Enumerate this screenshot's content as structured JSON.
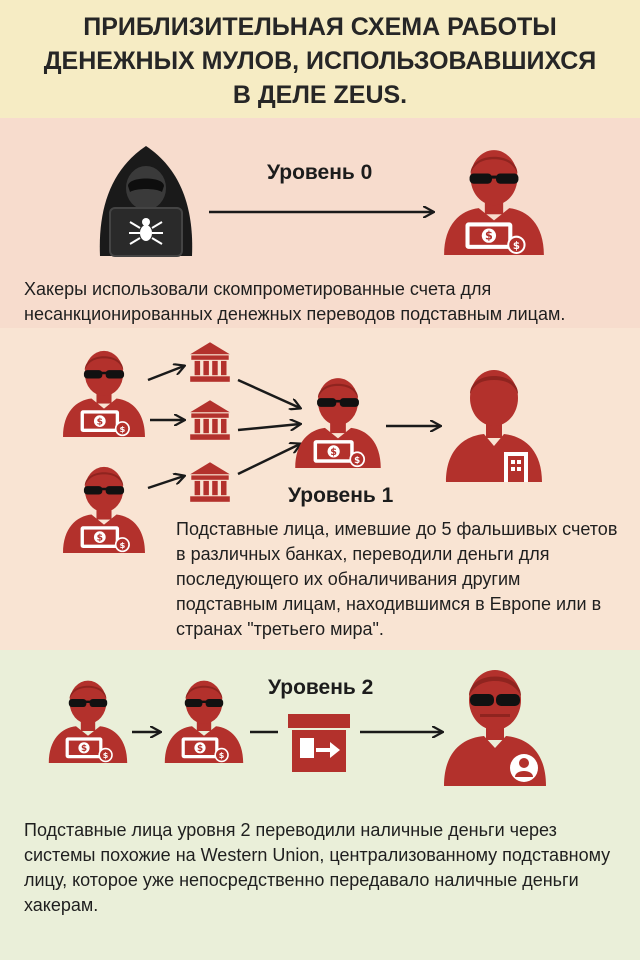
{
  "title": {
    "line1": "ПРИБЛИЗИТЕЛЬНАЯ СХЕМА РАБОТЫ",
    "line2": "ДЕНЕЖНЫХ МУЛОВ, ИСПОЛЬЗОВАВШИХСЯ",
    "line3": "В ДЕЛЕ ZEUS."
  },
  "level0": {
    "label": "Уровень 0",
    "description": "Хакеры использовали скомпрометированные счета для несанкционированных денежных переводов подставным лицам."
  },
  "level1": {
    "label": "Уровень 1",
    "description": "Подставные лица, имевшие до 5 фальшивых счетов в различных банках, переводили деньги для последующего их обналичивания другим подставным лицам, находившимся в Европе или в странах \"третьего мира\"."
  },
  "level2": {
    "label": "Уровень 2",
    "description": "Подставные лица уровня 2 переводили наличные деньги через системы похожие на Western Union, централизованному подставному лицу, которое уже непосредственно передавало наличные деньги хакерам."
  },
  "colors": {
    "figure_red": "#b3312c",
    "hacker_black": "#1a1a1a",
    "band0": "#f7dccd",
    "band1": "#f9e4d3",
    "band2": "#eaefd9",
    "header": "#f6ecc4"
  }
}
